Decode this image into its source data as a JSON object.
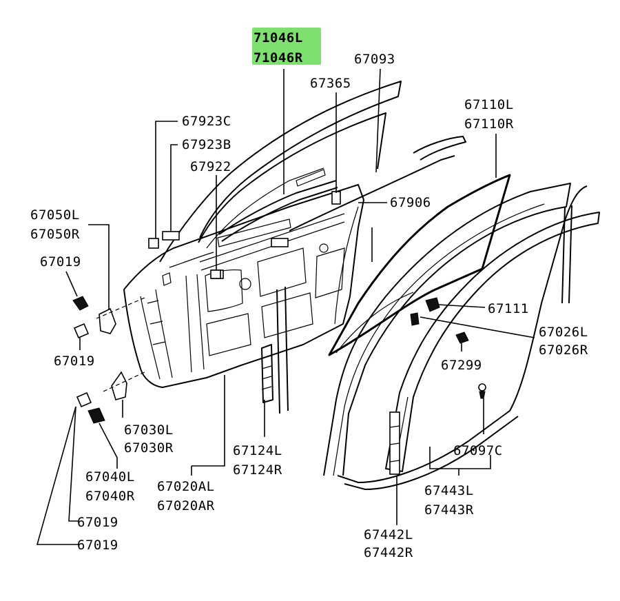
{
  "highlight_color": "#7ee06e",
  "labels": {
    "p71046l": "71046L",
    "p71046r": "71046R",
    "p67093": "67093",
    "p67365": "67365",
    "p67923c": "67923C",
    "p67923b": "67923B",
    "p67922": "67922",
    "p67110l": "67110L",
    "p67110r": "67110R",
    "p67906": "67906",
    "p67050l": "67050L",
    "p67050r": "67050R",
    "p67019a": "67019",
    "p67019b": "67019",
    "p67111": "67111",
    "p67026l": "67026L",
    "p67026r": "67026R",
    "p67299": "67299",
    "p67030l": "67030L",
    "p67030r": "67030R",
    "p67124l": "67124L",
    "p67124r": "67124R",
    "p67097c": "67097C",
    "p67040l": "67040L",
    "p67040r": "67040R",
    "p67020al": "67020AL",
    "p67020ar": "67020AR",
    "p67443l": "67443L",
    "p67443r": "67443R",
    "p67019c": "67019",
    "p67019d": "67019",
    "p67442l": "67442L",
    "p67442r": "67442R"
  }
}
